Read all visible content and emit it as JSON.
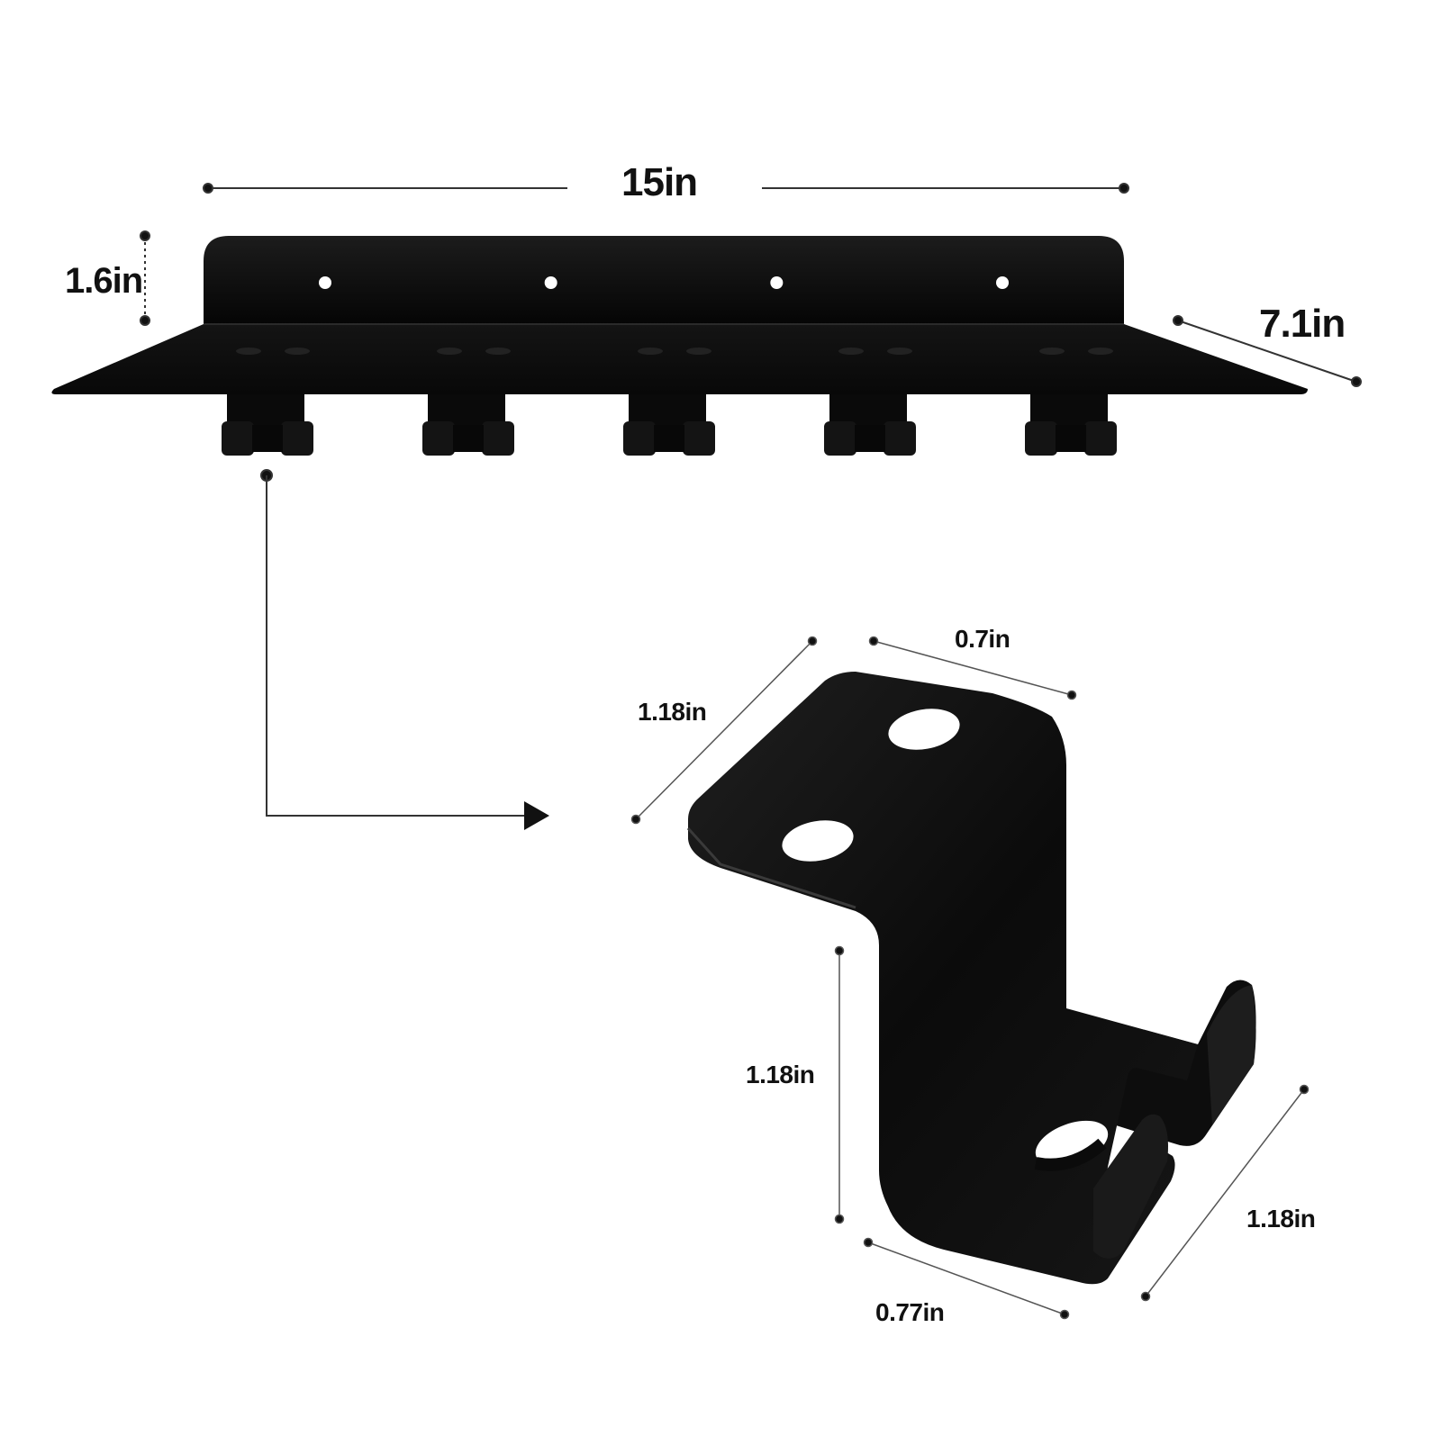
{
  "colors": {
    "product": "#0a0a0a",
    "dimension_line": "#333333",
    "background": "#ffffff"
  },
  "shelf": {
    "width_label": "15in",
    "height_label": "1.6in",
    "depth_label": "7.1in",
    "hook_pairs": 5,
    "back_holes": 4
  },
  "hook": {
    "top_width_label": "0.7in",
    "top_length_label": "1.18in",
    "drop_height_label": "1.18in",
    "bottom_width_label": "0.77in",
    "bottom_length_label": "1.18in"
  }
}
